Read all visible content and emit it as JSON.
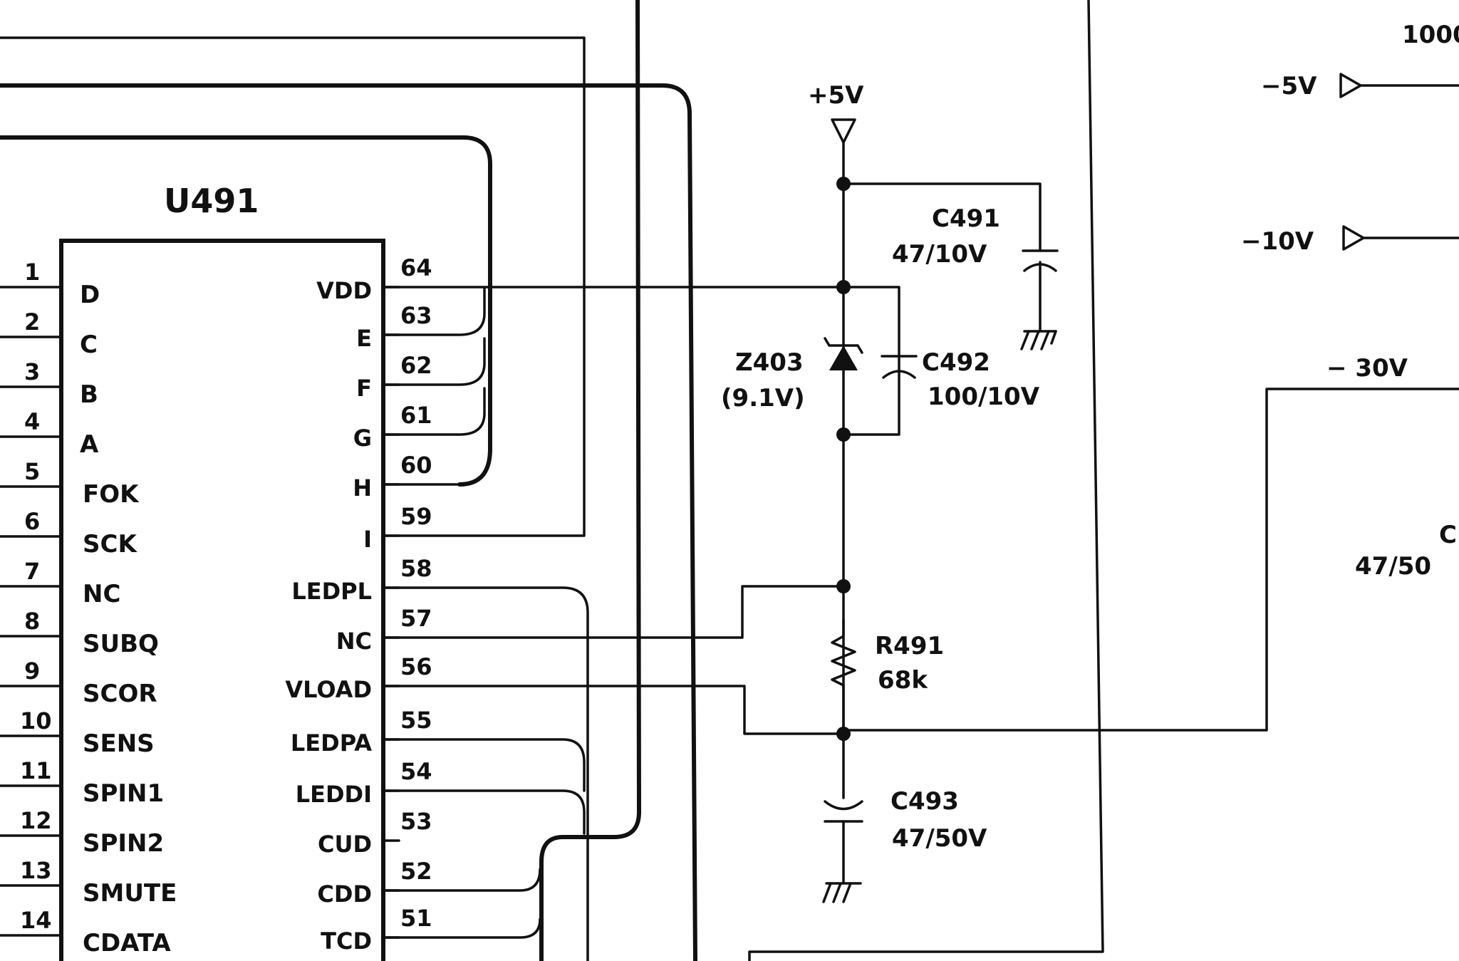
{
  "chip": {
    "name": "U491",
    "left_pins": [
      {
        "num": "1",
        "label": "D"
      },
      {
        "num": "2",
        "label": "C"
      },
      {
        "num": "3",
        "label": "B"
      },
      {
        "num": "4",
        "label": "A"
      },
      {
        "num": "5",
        "label": "FOK"
      },
      {
        "num": "6",
        "label": "SCK"
      },
      {
        "num": "7",
        "label": "NC"
      },
      {
        "num": "8",
        "label": "SUBQ"
      },
      {
        "num": "9",
        "label": "SCOR"
      },
      {
        "num": "10",
        "label": "SENS"
      },
      {
        "num": "11",
        "label": "SPIN1"
      },
      {
        "num": "12",
        "label": "SPIN2"
      },
      {
        "num": "13",
        "label": "SMUTE"
      },
      {
        "num": "14",
        "label": "CDATA"
      }
    ],
    "right_pins": [
      {
        "num": "64",
        "label": "VDD"
      },
      {
        "num": "63",
        "label": "E"
      },
      {
        "num": "62",
        "label": "F"
      },
      {
        "num": "61",
        "label": "G"
      },
      {
        "num": "60",
        "label": "H"
      },
      {
        "num": "59",
        "label": "I"
      },
      {
        "num": "58",
        "label": "LEDPL"
      },
      {
        "num": "57",
        "label": "NC"
      },
      {
        "num": "56",
        "label": "VLOAD"
      },
      {
        "num": "55",
        "label": "LEDPA"
      },
      {
        "num": "54",
        "label": "LEDDI"
      },
      {
        "num": "53",
        "label": "CUD"
      },
      {
        "num": "52",
        "label": "CDD"
      },
      {
        "num": "51",
        "label": "TCD"
      }
    ]
  },
  "components": {
    "c491": {
      "ref": "C491",
      "value": "47/10V"
    },
    "c492": {
      "ref": "C492",
      "value": "100/10V"
    },
    "c493": {
      "ref": "C493",
      "value": "47/50V"
    },
    "z403": {
      "ref": "Z403",
      "value": "(9.1V)"
    },
    "r491": {
      "ref": "R491",
      "value": "68k"
    }
  },
  "rails": {
    "plus5": "+5V",
    "minus5": "−5V",
    "minus10": "−10V",
    "minus30": "− 30V"
  },
  "edge_labels": {
    "top_right": "1000",
    "right_c": "C",
    "right_value": "47/50"
  }
}
